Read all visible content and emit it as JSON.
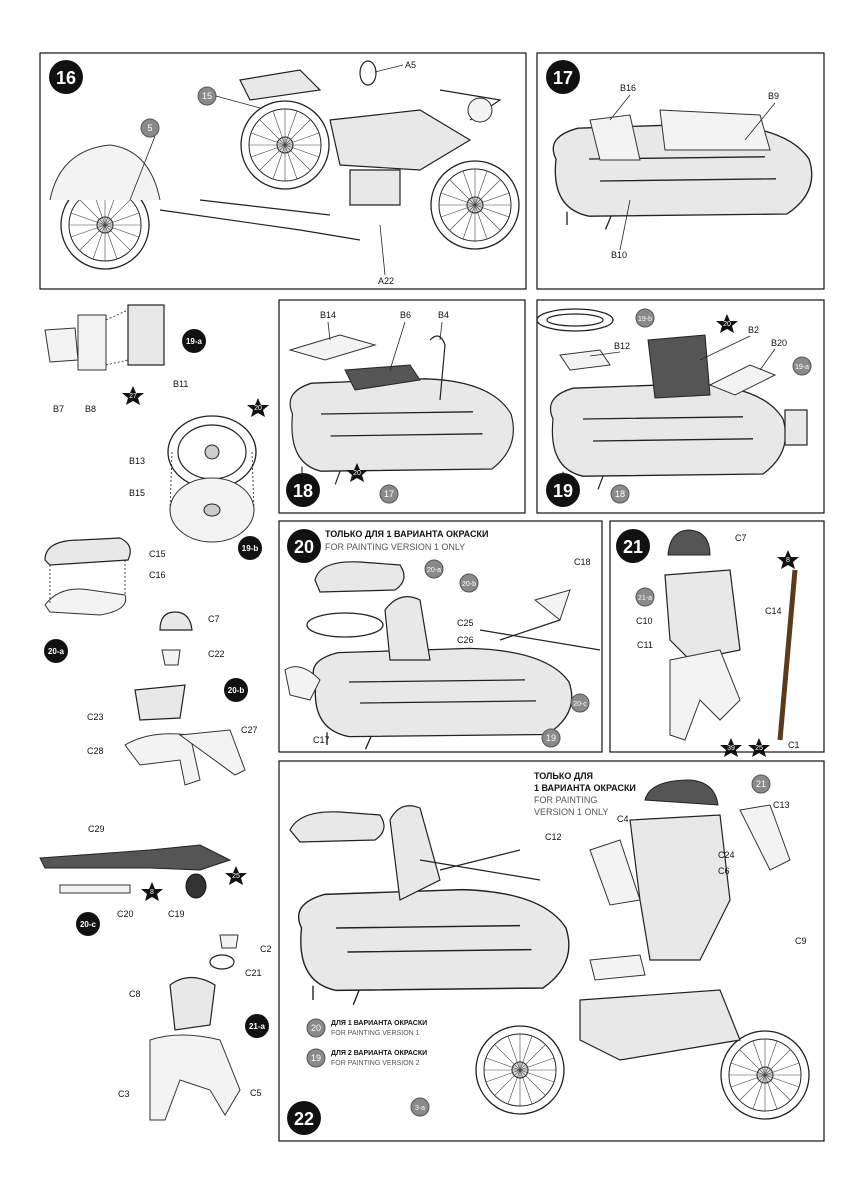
{
  "steps": {
    "s16": {
      "num": "16",
      "labels": {
        "a5": "A5",
        "p15": "15",
        "p5": "5",
        "a22": "A22"
      }
    },
    "s17": {
      "num": "17",
      "labels": {
        "b16": "B16",
        "b9": "B9",
        "b10": "B10"
      }
    },
    "s18": {
      "num": "18",
      "labels": {
        "b14": "B14",
        "b6": "B6",
        "b4": "B4",
        "p20": "20",
        "p17": "17"
      }
    },
    "s19": {
      "num": "19",
      "labels": {
        "p19b": "19-b",
        "p20": "20",
        "b12": "B12",
        "b2": "B2",
        "b20": "B20",
        "p19a": "19-a",
        "p18": "18"
      }
    },
    "s20": {
      "num": "20",
      "note_ru": "ТОЛЬКО ДЛЯ 1 ВАРИАНТА ОКРАСКИ",
      "note_en": "FOR PAINTING VERSION 1 ONLY",
      "labels": {
        "p20a": "20-a",
        "p20b": "20-b",
        "c18": "C18",
        "c25": "C25",
        "c26": "C26",
        "p20c": "20-c",
        "c17": "C17",
        "p19": "19"
      }
    },
    "s21": {
      "num": "21",
      "labels": {
        "c7": "C7",
        "p8": "8",
        "p21a": "21-a",
        "c10": "C10",
        "c14": "C14",
        "c11": "C11",
        "p39": "39",
        "p25": "25",
        "c1": "C1"
      }
    },
    "s22": {
      "num": "22",
      "note_ru": "ТОЛЬКО ДЛЯ",
      "note_ru2": "1 ВАРИАНТА ОКРАСКИ",
      "note_en": "FOR PAINTING",
      "note_en2": "VERSION 1 ONLY",
      "labels": {
        "p21": "21",
        "c13": "C13",
        "c4": "C4",
        "c12": "C12",
        "c24": "C24",
        "c6": "C6",
        "c9": "C9",
        "p3a": "3-a"
      },
      "legend": [
        {
          "num": "20",
          "ru": "ДЛЯ 1 ВАРИАНТА ОКРАСКИ",
          "en": "FOR PAINTING VERSION 1"
        },
        {
          "num": "19",
          "ru": "ДЛЯ 2 ВАРИАНТА ОКРАСКИ",
          "en": "FOR PAINTING VERSION 2"
        }
      ]
    }
  },
  "subassemblies": {
    "sa19a": {
      "tag": "19-a",
      "labels": {
        "b7": "B7",
        "b8": "B8",
        "p27": "27",
        "b11": "B11"
      }
    },
    "sa19b": {
      "tag": "19-b",
      "labels": {
        "p20": "20",
        "b13": "B13",
        "b15": "B15"
      }
    },
    "sa20a": {
      "tag": "20-a",
      "labels": {
        "c15": "C15",
        "c16": "C16"
      }
    },
    "sa20b": {
      "tag": "20-b",
      "labels": {
        "c7": "C7",
        "c22": "C22",
        "c23": "C23",
        "c28": "C28",
        "c27": "C27"
      }
    },
    "sa20c": {
      "tag": "20-c",
      "labels": {
        "c29": "C29",
        "p8": "8",
        "p25": "25",
        "c20": "C20",
        "c19": "C19"
      }
    },
    "sa21a": {
      "tag": "21-a",
      "labels": {
        "c2": "C2",
        "c21": "C21",
        "c8": "C8",
        "c3": "C3",
        "c5": "C5"
      }
    }
  },
  "colors": {
    "ink": "#111111",
    "paint_grey": "#8a8a8a",
    "part_fill": "#e8e8e8"
  }
}
